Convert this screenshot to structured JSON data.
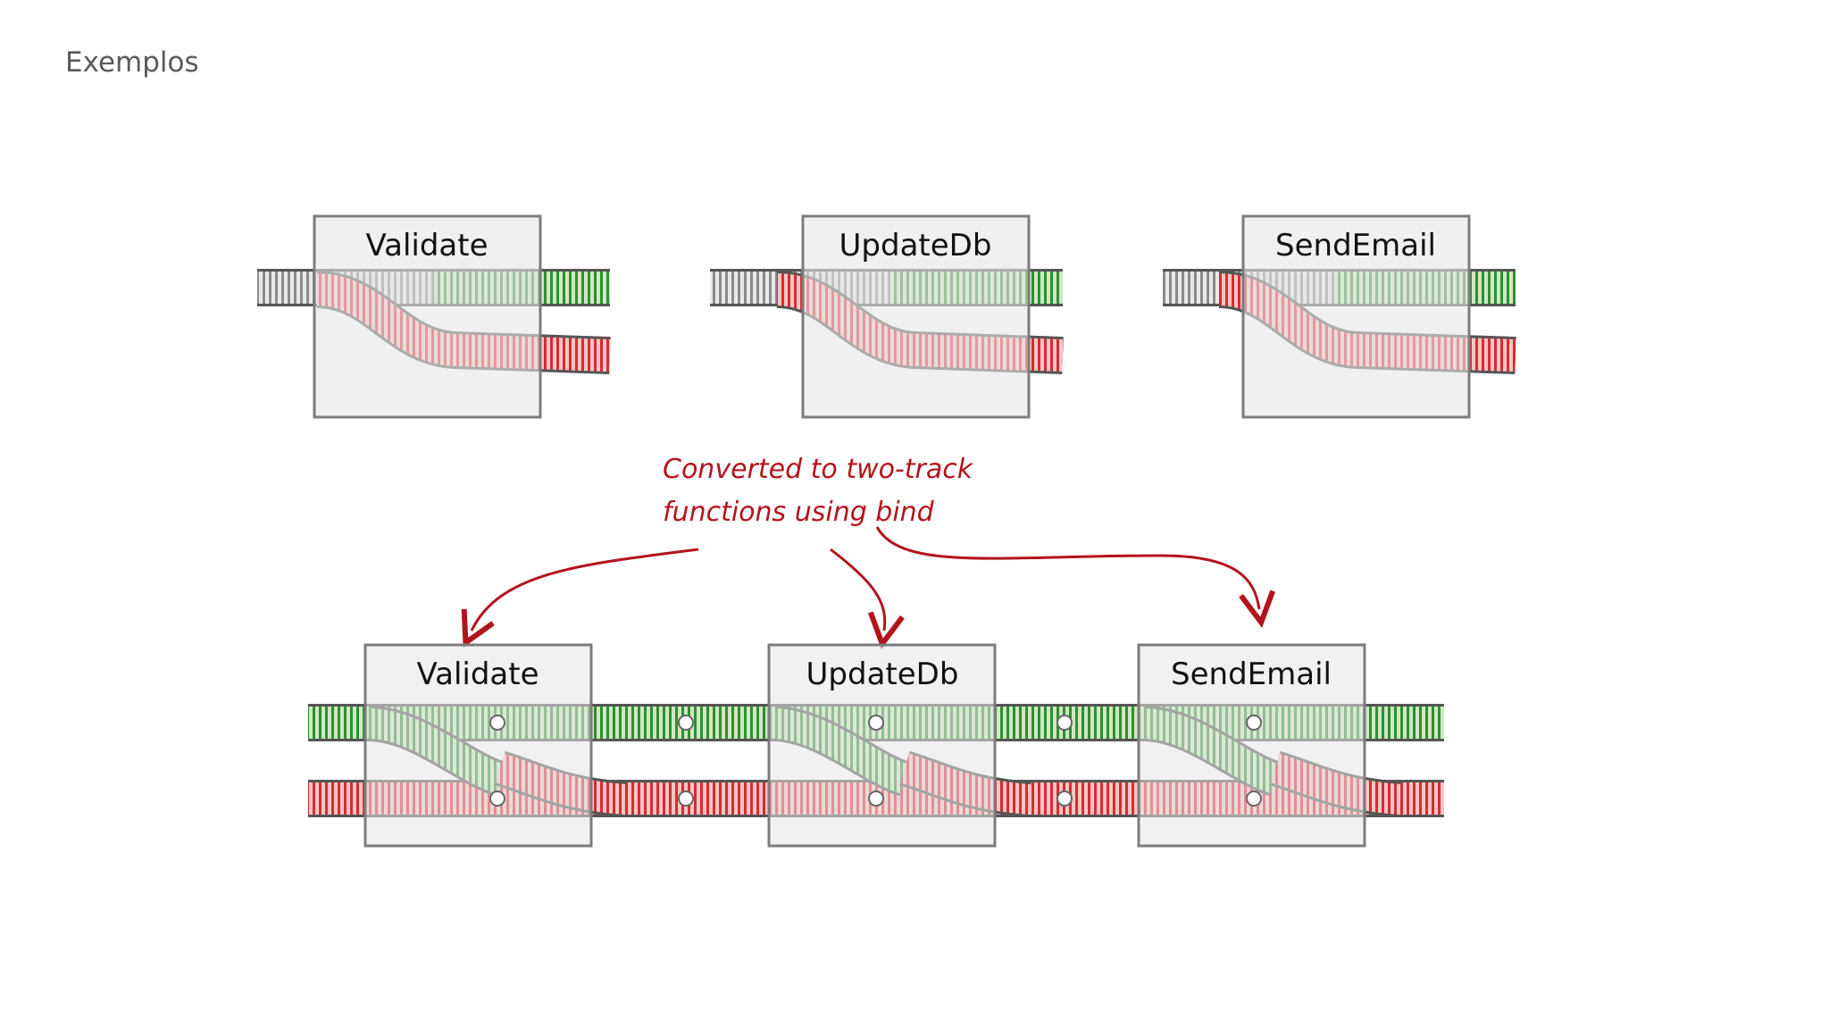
{
  "slide": {
    "title": "Exemplos"
  },
  "diagram": {
    "top_functions": [
      {
        "name": "Validate"
      },
      {
        "name": "UpdateDb"
      },
      {
        "name": "SendEmail"
      }
    ],
    "bottom_functions": [
      {
        "name": "Validate"
      },
      {
        "name": "UpdateDb"
      },
      {
        "name": "SendEmail"
      }
    ],
    "annotation": {
      "line1": "Converted to two-track",
      "line2": "functions using bind"
    },
    "colors": {
      "success_track": "#3e9a3e",
      "failure_track": "#d9363a",
      "input_track": "#8c8c8c",
      "box_fill": "#e6e6e6",
      "box_stroke": "#7c7c7c",
      "annotation": "#b3141c"
    }
  }
}
